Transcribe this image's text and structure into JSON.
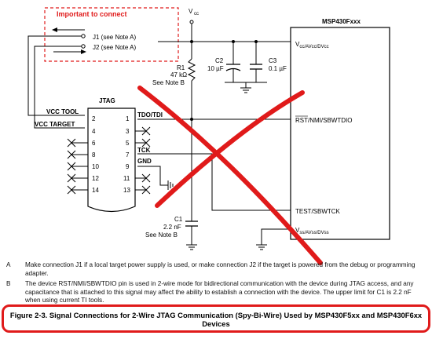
{
  "important_box": {
    "label": "Important to connect"
  },
  "jumpers": {
    "j1": "J1 (see Note A)",
    "j2": "J2 (see Note A)"
  },
  "supply": {
    "vcc_symbol": "V",
    "vcc_sub": "cc"
  },
  "device": {
    "name": "MSP430Fxxx",
    "pin_vcc": "V",
    "pin_vcc_suffix": "cc/AV",
    "pin_vcc_suffix2": "cc/DV",
    "pin_vcc_suffix3": "cc",
    "pin_rst": "RST/NMI/SBWTDIO",
    "pin_test": "TEST/SBWTCK",
    "pin_vss": "V",
    "pin_vss_a": "ss/AV",
    "pin_vss_b": "ss/DV",
    "pin_vss_c": "ss"
  },
  "components": {
    "r1": {
      "name": "R1",
      "value": "47 kΩ",
      "note": "See Note B"
    },
    "c2": {
      "name": "C2",
      "value": "10 µF"
    },
    "c3": {
      "name": "C3",
      "value": "0.1 µF"
    },
    "c1": {
      "name": "C1",
      "value": "2.2 nF",
      "note": "See Note B"
    }
  },
  "jtag": {
    "title": "JTAG",
    "vcc_tool": "VCC TOOL",
    "vcc_target": "VCC TARGET",
    "tdo": "TDO/TDI",
    "tck": "TCK",
    "gnd": "GND",
    "left_pins": [
      "2",
      "4",
      "6",
      "8",
      "10",
      "12",
      "14"
    ],
    "right_pins": [
      "1",
      "3",
      "5",
      "7",
      "9",
      "11",
      "13"
    ]
  },
  "notes": [
    {
      "letter": "A",
      "text": "Make connection J1 if a local target power supply is used, or make connection J2 if the target is powered from the debug or programming adapter."
    },
    {
      "letter": "B",
      "text": "The device RST/NMI/SBWTDIO pin is used in 2-wire mode for bidirectional communication with the device during JTAG access, and any capacitance that is attached to this signal may affect the ability to establish a connection with the device. The upper limit for C1 is 2.2 nF when using current TI tools."
    }
  ],
  "caption": "Figure 2-3. Signal Connections for 2-Wire JTAG Communication (Spy-Bi-Wire) Used by MSP430F5xx and MSP430F6xx Devices",
  "colors": {
    "annotation_red": "#e01a1a",
    "line": "#000000"
  }
}
